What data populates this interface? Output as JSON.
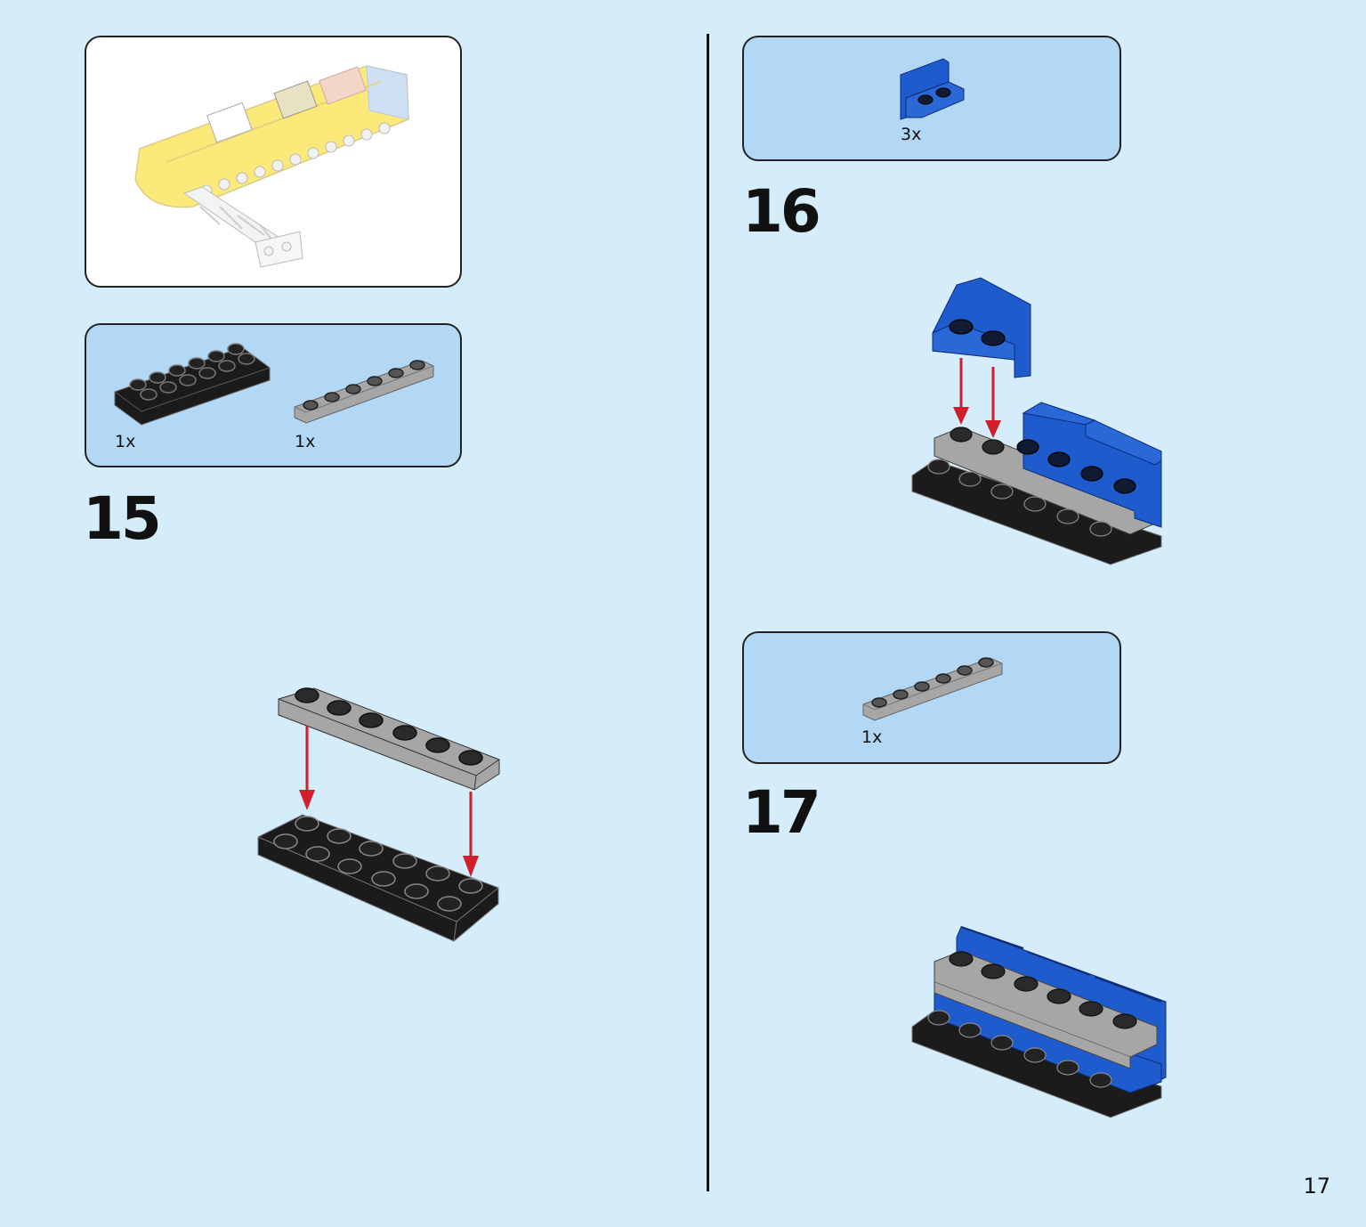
{
  "steps": [
    {
      "number": "15",
      "parts": [
        {
          "qty": "1x",
          "part": "black 2x6 plate"
        },
        {
          "qty": "1x",
          "part": "grey 1x6 plate"
        }
      ]
    },
    {
      "number": "16",
      "parts": [
        {
          "qty": "3x",
          "part": "blue 1x2 bracket"
        }
      ]
    },
    {
      "number": "17",
      "parts": [
        {
          "qty": "1x",
          "part": "grey 1x6 plate"
        }
      ]
    }
  ],
  "page_number": "17",
  "colors": {
    "background": "#d5ecfb",
    "parts_panel": "#b3d8f5",
    "brick_black": "#1b1b1b",
    "brick_grey": "#a6a6a6",
    "brick_blue": "#1e5ccd",
    "arrow_red": "#d01e2a",
    "brick_yellow": "#fbea7a"
  }
}
